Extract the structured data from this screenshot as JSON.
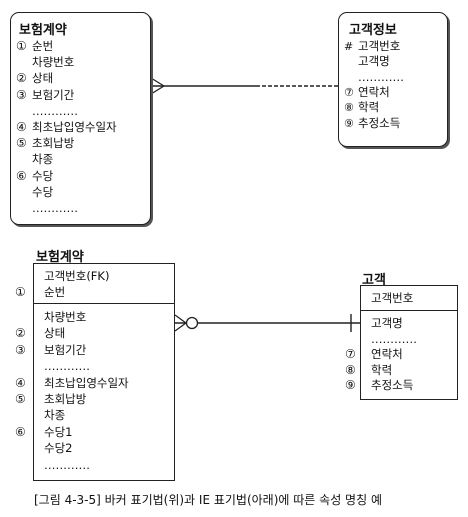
{
  "barker": {
    "entity1": {
      "title": "보험계약",
      "attributes": [
        {
          "mark": "①",
          "text": "순번"
        },
        {
          "mark": "",
          "text": "차량번호"
        },
        {
          "mark": "②",
          "text": "상태"
        },
        {
          "mark": "③",
          "text": "보험기간"
        },
        {
          "mark": "",
          "text": "…………"
        },
        {
          "mark": "④",
          "text": "최초납입영수일자"
        },
        {
          "mark": "⑤",
          "text": "초회납방"
        },
        {
          "mark": "",
          "text": "차종"
        },
        {
          "mark": "⑥",
          "text": "수당"
        },
        {
          "mark": "",
          "text": "수당"
        },
        {
          "mark": "",
          "text": "…………"
        }
      ]
    },
    "entity2": {
      "title": "고객정보",
      "attributes": [
        {
          "mark": "#",
          "text": "고객번호"
        },
        {
          "mark": "",
          "text": "고객명"
        },
        {
          "mark": "",
          "text": "…………"
        },
        {
          "mark": "⑦",
          "text": "연락처"
        },
        {
          "mark": "⑧",
          "text": "학력"
        },
        {
          "mark": "⑨",
          "text": "추정소득"
        }
      ]
    }
  },
  "ie": {
    "entity1": {
      "title": "보험계약",
      "key_attributes": [
        {
          "mark": "",
          "text": "고객번호(FK)"
        },
        {
          "mark": "①",
          "text": "순번"
        }
      ],
      "attributes": [
        {
          "mark": "",
          "text": "차량번호"
        },
        {
          "mark": "②",
          "text": "상태"
        },
        {
          "mark": "③",
          "text": "보험기간"
        },
        {
          "mark": "",
          "text": "…………"
        },
        {
          "mark": "④",
          "text": "최초납입영수일자"
        },
        {
          "mark": "⑤",
          "text": "초회납방"
        },
        {
          "mark": "",
          "text": "차종"
        },
        {
          "mark": "⑥",
          "text": "수당1"
        },
        {
          "mark": "",
          "text": "수당2"
        },
        {
          "mark": "",
          "text": "…………"
        }
      ]
    },
    "entity2": {
      "title": "고객",
      "key_attributes": [
        {
          "mark": "",
          "text": "고객번호"
        }
      ],
      "attributes": [
        {
          "mark": "",
          "text": "고객명"
        },
        {
          "mark": "",
          "text": "…………"
        },
        {
          "mark": "⑦",
          "text": "연락처"
        },
        {
          "mark": "⑧",
          "text": "학력"
        },
        {
          "mark": "⑨",
          "text": "추정소득"
        }
      ]
    }
  },
  "caption": "[그림 4-3-5] 바커 표기법(위)과 IE 표기법(아래)에 따른 속성 명칭 예"
}
